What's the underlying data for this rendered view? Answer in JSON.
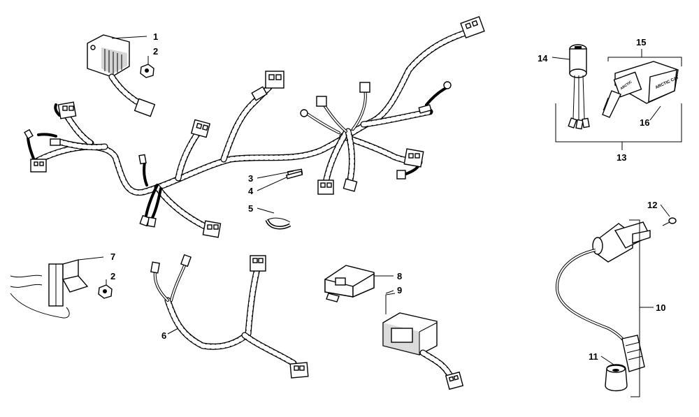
{
  "callouts": {
    "c1": "1",
    "c2a": "2",
    "c2b": "2",
    "c3": "3",
    "c4": "4",
    "c5": "5",
    "c6": "6",
    "c7": "7",
    "c8": "8",
    "c9": "9",
    "c10": "10",
    "c11": "11",
    "c12": "12",
    "c13": "13",
    "c14": "14",
    "c15": "15",
    "c16": "16"
  },
  "key_text": "ARCTIC CAT",
  "key_blade_text": "ARCTIC"
}
